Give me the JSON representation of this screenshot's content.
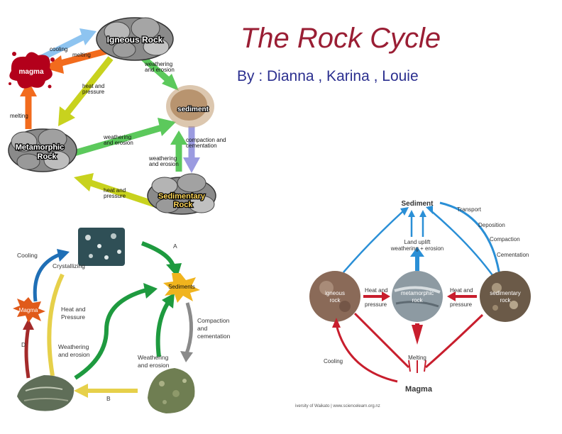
{
  "slide": {
    "title": "The Rock Cycle",
    "authors": "By : Dianna , Karina , Louie"
  },
  "diagram1": {
    "nodes": {
      "igneous": "Igneous Rock",
      "magma": "magma",
      "sediment": "sediment",
      "metamorphic_1": "Metamorphic",
      "metamorphic_2": "Rock",
      "sedimentary_1": "Sedimentary",
      "sedimentary_2": "Rock"
    },
    "labels": {
      "cooling": "cooling",
      "melting_top": "melting",
      "weathering_erosion_top_1": "weathering",
      "weathering_erosion_top_2": "and erosion",
      "heat_pressure_1": "heat and",
      "heat_pressure_2": "pressure",
      "melting_left": "melting",
      "weathering_erosion_mid_1": "weathering",
      "weathering_erosion_mid_2": "and erosion",
      "compaction_1": "compaction and",
      "compaction_2": "cementation",
      "weathering_erosion_low_1": "weathering",
      "weathering_erosion_low_2": "and erosion",
      "heat_pressure_low_1": "heat and",
      "heat_pressure_low_2": "pressure"
    }
  },
  "diagram2": {
    "labels": {
      "cooling": "Cooling",
      "crystallizing": "Crystallizing",
      "a": "A",
      "sediments": "Sediments",
      "magma": "Magma",
      "heat_pressure_1": "Heat and",
      "heat_pressure_2": "Pressure",
      "compaction_1": "Compaction",
      "compaction_2": "and",
      "compaction_3": "cementation",
      "d": "D",
      "weathering_left_1": "Weathering",
      "weathering_left_2": "and erosion",
      "weathering_right_1": "Weathering",
      "weathering_right_2": "and erosion",
      "b": "B"
    }
  },
  "diagram3": {
    "labels": {
      "sediment": "Sediment",
      "transport": "Transport",
      "deposition": "Deposition",
      "compaction": "Compaction",
      "cementation": "Cementation",
      "land_uplift_1": "Land uplift",
      "land_uplift_2": "weathering + erosion",
      "igneous_1": "igneous",
      "igneous_2": "rock",
      "heat_pressure_left_1": "Heat and",
      "heat_pressure_left_2": "pressure",
      "metamorphic_1": "metamorphic",
      "metamorphic_2": "rock",
      "heat_pressure_right_1": "Heat and",
      "heat_pressure_right_2": "pressure",
      "sedimentary_1": "sedimentary",
      "sedimentary_2": "rock",
      "cooling": "Cooling",
      "melting": "Melting",
      "magma": "Magma",
      "credit": "iversity of Waikato | www.sciencelearn.org.nz"
    }
  },
  "colors": {
    "title": "#9a1e34",
    "authors": "#2b2f8f",
    "arrow_blue": "#8ec4f0",
    "arrow_orange": "#f26b1d",
    "arrow_green": "#5cc95c",
    "arrow_yellowgreen": "#c8d21e",
    "arrow_lavender": "#9b9be0",
    "magma_red": "#b3001b",
    "sediment_blue": "#2a8fd6",
    "cycle_red": "#c81e2d"
  }
}
